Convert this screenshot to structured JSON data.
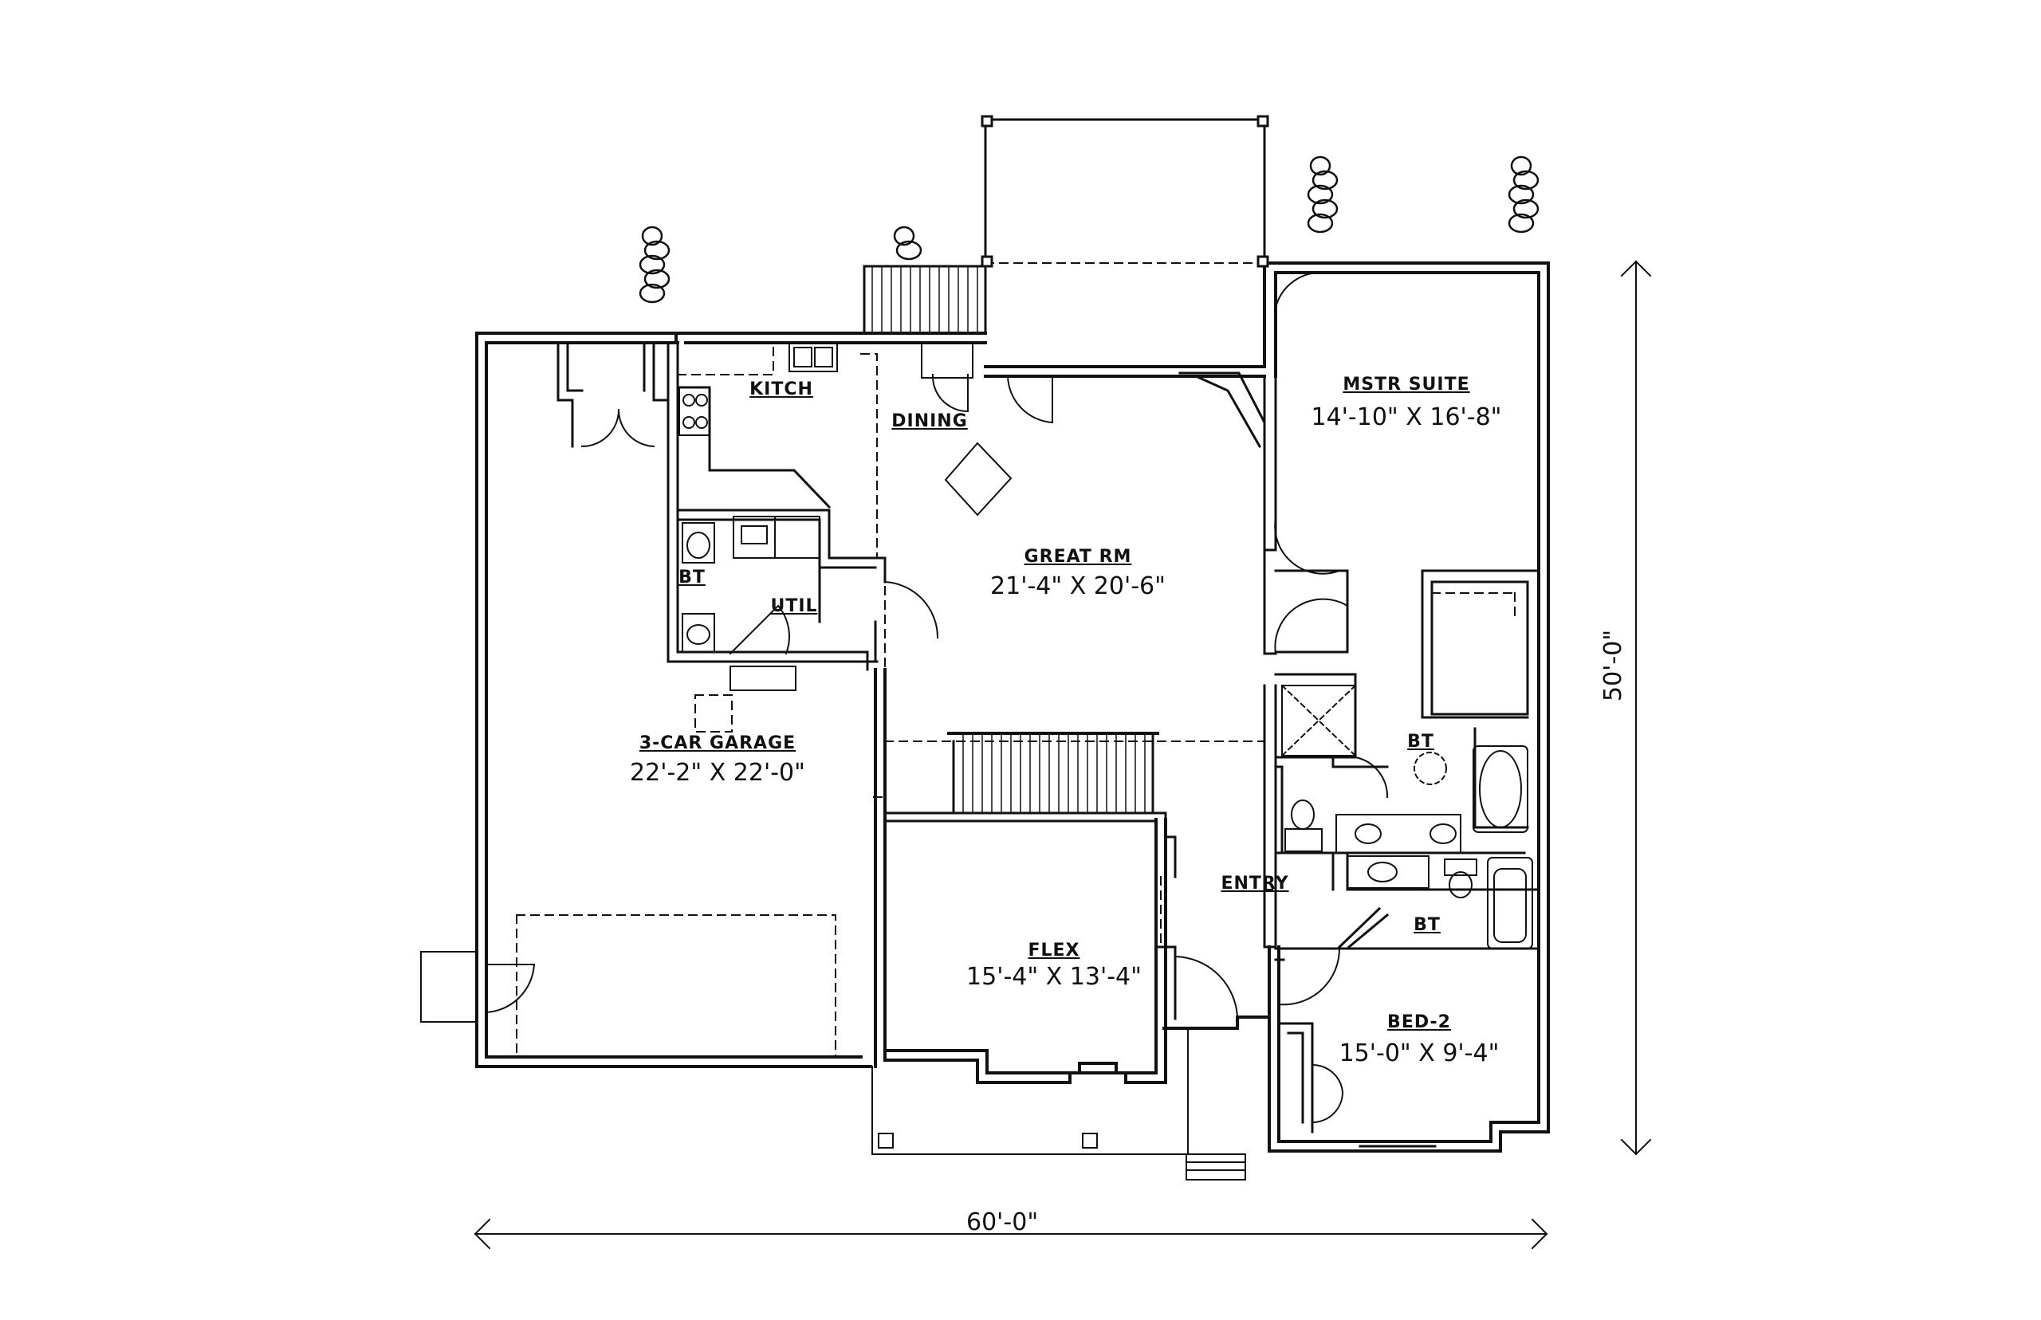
{
  "rooms": {
    "kitchen": {
      "name": "KITCH"
    },
    "dining": {
      "name": "DINING"
    },
    "master_suite": {
      "name": "MSTR SUITE",
      "size": "14'-10\" X 16'-8\""
    },
    "great_room": {
      "name": "GREAT RM",
      "size": "21'-4\" X 20'-6\""
    },
    "bath_left": {
      "name": "BT"
    },
    "utility": {
      "name": "UTIL"
    },
    "garage": {
      "name": "3-CAR GARAGE",
      "size": "22'-2\" X 22'-0\""
    },
    "bath_master": {
      "name": "BT"
    },
    "entry": {
      "name": "ENTRY"
    },
    "bath_hall": {
      "name": "BT"
    },
    "flex": {
      "name": "FLEX",
      "size": "15'-4\" X 13'-4\""
    },
    "bed2": {
      "name": "BED-2",
      "size": "15'-0\" X 9'-4\""
    }
  },
  "overall": {
    "width": "60'-0\"",
    "depth": "50'-0\""
  }
}
